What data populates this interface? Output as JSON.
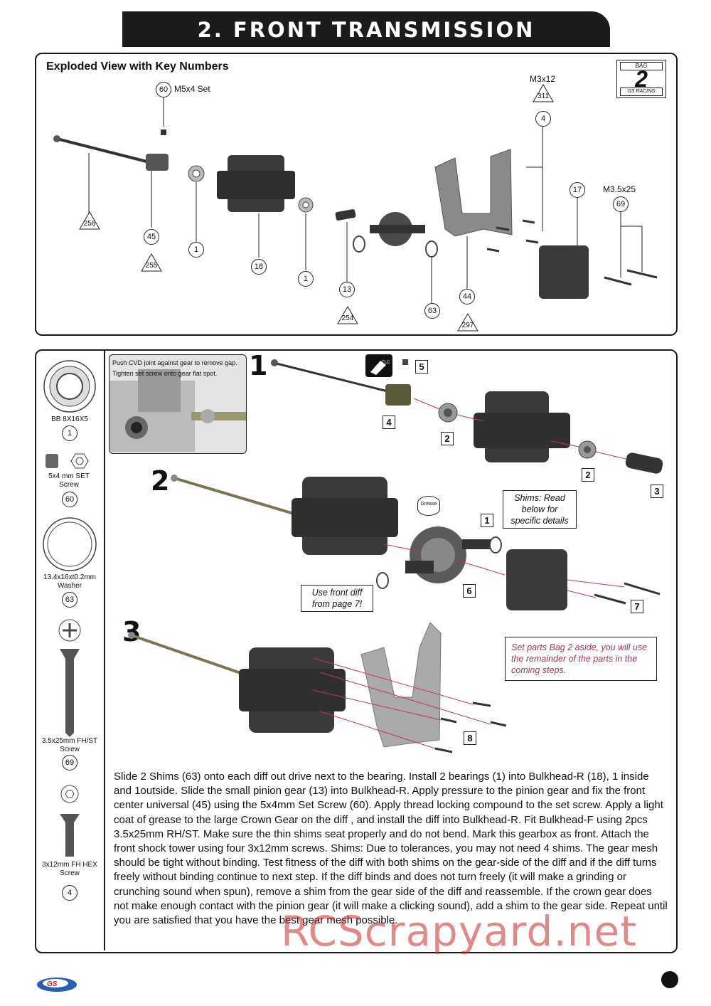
{
  "header": {
    "title": "2. FRONT TRANSMISSION"
  },
  "exploded": {
    "title": "Exploded View with Key Numbers",
    "labels": {
      "m5x4": "M5x4 Set",
      "m3x12": "M3x12",
      "m35x25": "M3.5x25"
    },
    "keys": {
      "k60": "60",
      "k45": "45",
      "k1a": "1",
      "k18": "18",
      "k1b": "1",
      "k13": "13",
      "k63": "63",
      "k44": "44",
      "k4": "4",
      "k17": "17",
      "k69": "69"
    },
    "triangles": {
      "t256": "256",
      "t255": "255",
      "t254": "254",
      "t297": "297",
      "t311": "311"
    }
  },
  "bag": {
    "top": "BAG",
    "number": "2",
    "bottom": "GS RACING"
  },
  "sidebar": [
    {
      "name": "BB 8X16X5",
      "num": "1"
    },
    {
      "name": "5x4 mm SET Screw",
      "num": "60"
    },
    {
      "name": "13.4x16xt0.2mm Washer",
      "num": "63"
    },
    {
      "name": "3.5x25mm FH/ST Screw",
      "num": "69"
    },
    {
      "name": "3x12mm FH HEX Screw",
      "num": "4"
    }
  ],
  "steps": {
    "s1": "1",
    "s2": "2",
    "s3": "3",
    "inset_line1": "Push CVD joint against gear to remove gap.",
    "inset_line2": "Tighten set screw onto gear flat spot.",
    "boxes": {
      "b5": "5",
      "b4": "4",
      "b2a": "2",
      "b2b": "2",
      "b3": "3",
      "b1": "1",
      "b6": "6",
      "b7": "7",
      "b8": "8"
    },
    "grease": "Grease",
    "tlc": "TLC",
    "shims_note": "Shims: Read below for specific details",
    "front_diff_note": "Use front diff from page 7!",
    "bag_aside_note": "Set parts Bag 2 aside, you will use the remainder of the parts in the coming steps."
  },
  "instructions": "Slide 2 Shims (63) onto each diff out drive next to the bearing.  Install 2 bearings (1) into Bulkhead-R (18), 1 inside and 1outside. Slide the small pinion gear (13) into Bulkhead-R. Apply pressure to the pinion gear and fix the front center universal (45) using the 5x4mm Set Screw (60). Apply thread locking compound to the set screw. Apply a light coat of grease to the large Crown Gear on the diff , and install the diff into Bulkhead-R. Fit Bulkhead-F using 2pcs 3.5x25mm RH/ST.  Make sure the thin shims seat properly and do not bend. Mark this gearbox as front. Attach the front shock tower using four 3x12mm screws. Shims: Due to tolerances, you may not need 4 shims. The gear mesh should be tight without binding. Test fitness of the diff with both shims on the gear-side of the diff and if the diff turns freely without binding continue to next step. If the diff binds and does not turn freely (it will make a grinding or crunching sound when spun), remove a shim from the gear side of the diff and reassemble. If the crown gear does not make enough contact with the pinion gear (it will make a clicking sound), add a shim to the gear side. Repeat until you are satisfied that you have the best gear mesh possible.",
  "watermark": "RCScrapyard.net",
  "footer": {
    "logo": "GS Racing"
  }
}
